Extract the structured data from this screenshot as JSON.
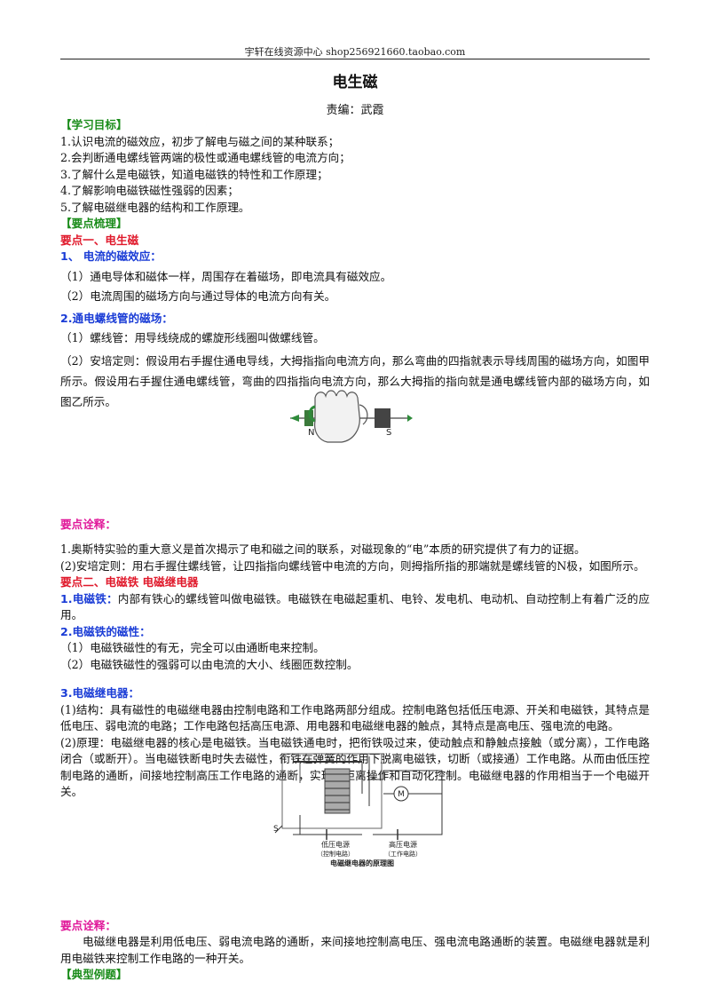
{
  "header": {
    "text": "宇轩在线资源中心   shop256921660.taobao.com"
  },
  "title": "电生磁",
  "editor": "责编：武霞",
  "objectives": {
    "heading": "【学习目标】",
    "items": [
      "1.认识电流的磁效应，初步了解电与磁之间的某种联系；",
      "2.会判断通电螺线管两端的极性或通电螺线管的电流方向；",
      "3.了解什么是电磁铁，知道电磁铁的特性和工作原理；",
      "4.了解影响电磁铁磁性强弱的因素；",
      "5.了解电磁继电器的结构和工作原理。"
    ]
  },
  "summary": {
    "heading": "【要点梳理】"
  },
  "point1": {
    "heading": "要点一、电生磁",
    "sub1": {
      "heading": "1、 电流的磁效应：",
      "items": [
        "（1）通电导体和磁体一样，周围存在着磁场，即电流具有磁效应。",
        "（2）电流周围的磁场方向与通过导体的电流方向有关。"
      ]
    },
    "sub2": {
      "heading": "2.通电螺线管的磁场：",
      "item1": "（1）螺线管：用导线绕成的螺旋形线圈叫做螺线管。",
      "item2": "（2）安培定则：假设用右手握住通电导线，大拇指指向电流方向，那么弯曲的四指就表示导线周围的磁场方向，如图甲所示。假设用右手握住通电螺线管，弯曲的四指指向电流方向，那么大拇指的指向就是通电螺线管内部的磁场方向，如图乙所示。"
    },
    "figure": {
      "label_n": "N",
      "label_s": "S"
    },
    "note": {
      "heading": "要点诠释：",
      "items": [
        "1.奥斯特实验的重大意义是首次揭示了电和磁之间的联系，对磁现象的“电”本质的研究提供了有力的证据。",
        "(2)安培定则：用右手握住螺线管，让四指指向螺线管中电流的方向，则拇指所指的那端就是螺线管的N极，如图所示。"
      ]
    }
  },
  "point2": {
    "heading": "要点二、电磁铁    电磁继电器",
    "sub1": {
      "label": "1.电磁铁：",
      "text": "内部有铁心的螺线管叫做电磁铁。电磁铁在电磁起重机、电铃、发电机、电动机、自动控制上有着广泛的应用。"
    },
    "sub2": {
      "heading": "2.电磁铁的磁性：",
      "items": [
        "（1）电磁铁磁性的有无，完全可以由通断电来控制。",
        "（2）电磁铁磁性的强弱可以由电流的大小、线圈匝数控制。"
      ]
    },
    "sub3": {
      "heading": "3.电磁继电器：",
      "item1": "(1)结构：具有磁性的电磁继电器由控制电路和工作电路两部分组成。控制电路包括低压电源、开关和电磁铁，其特点是低电压、弱电流的电路；工作电路包括高压电源、用电器和电磁继电器的触点，其特点是高电压、强电流的电路。",
      "item2": "(2)原理：电磁继电器的核心是电磁铁。当电磁铁通电时，把衔铁吸过来，使动触点和静触点接触（或分离），工作电路闭合（或断开）。当电磁铁断电时失去磁性，衔铁在弹簧的作用下脱离电磁铁，切断（或接通）工作电路。从而由低压控制电路的通断，间接地控制高压工作电路的通断，实现远距离操作和自动化控制。电磁继电器的作用相当于一个电磁开关。"
    },
    "relay_figure": {
      "switch_label": "S",
      "low_voltage": "低压电源",
      "low_voltage_sub": "（控制电路）",
      "high_voltage": "高压电源",
      "high_voltage_sub": "（工作电路）",
      "motor": "M",
      "caption": "电磁继电器的原理图"
    },
    "note": {
      "heading": "要点诠释：",
      "text": "电磁继电器是利用低电压、弱电流电路的通断，来间接地控制高电压、强电流电路通断的装置。电磁继电器就是利用电磁铁来控制工作电路的一种开关。"
    }
  },
  "examples": {
    "heading": "【典型例题】"
  }
}
